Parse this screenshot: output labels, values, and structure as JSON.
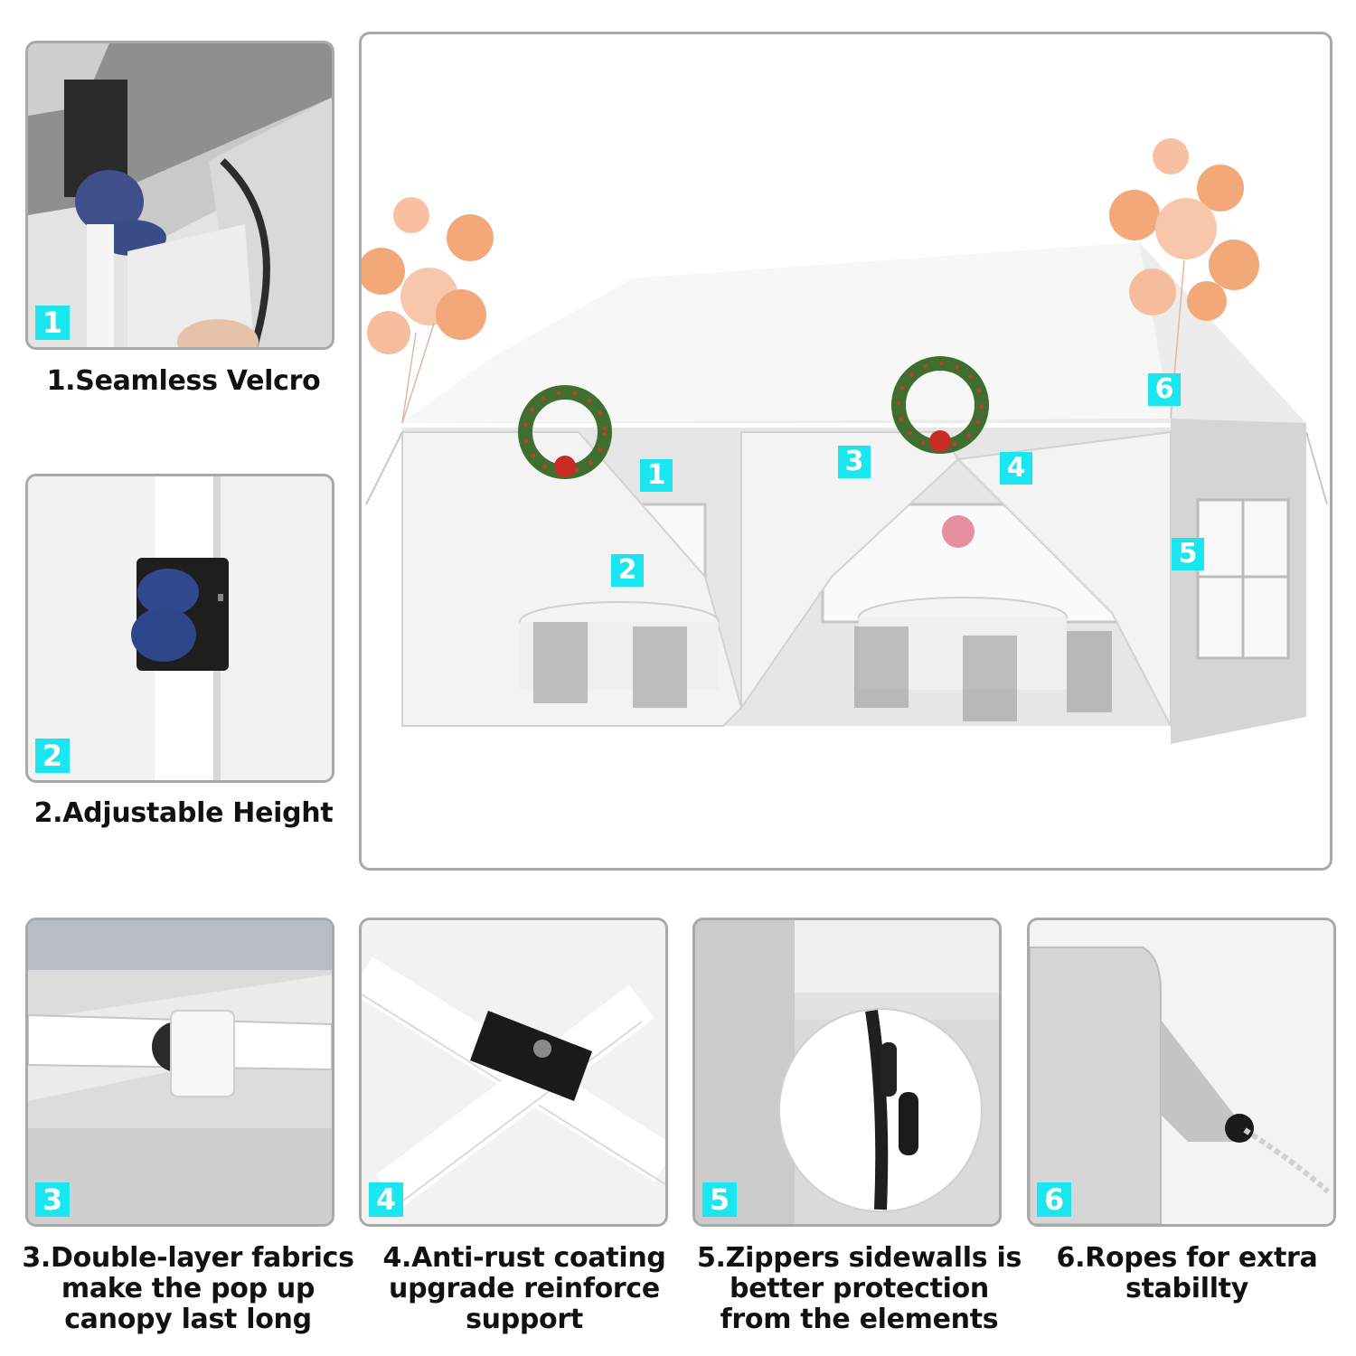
{
  "colors": {
    "badge": "#19e6ef",
    "border": "#a9a9a9",
    "balloon": "#f2a878",
    "frame_blue": "#2f4f9a"
  },
  "main": {
    "markers": [
      "1",
      "2",
      "3",
      "4",
      "5",
      "6"
    ]
  },
  "features": [
    {
      "number": "1",
      "caption": "1.Seamless Velcro"
    },
    {
      "number": "2",
      "caption": "2.Adjustable Height"
    },
    {
      "number": "3",
      "caption_lines": [
        "3.Double-layer fabrics",
        "make the pop up",
        "canopy last long"
      ]
    },
    {
      "number": "4",
      "caption_lines": [
        "4.Anti-rust coating",
        "upgrade reinforce",
        "support"
      ]
    },
    {
      "number": "5",
      "caption_lines": [
        "5.Zippers sidewalls is",
        "better protection",
        "from the elements"
      ]
    },
    {
      "number": "6",
      "caption_lines": [
        "6.Ropes for extra",
        "stabillty"
      ]
    }
  ]
}
